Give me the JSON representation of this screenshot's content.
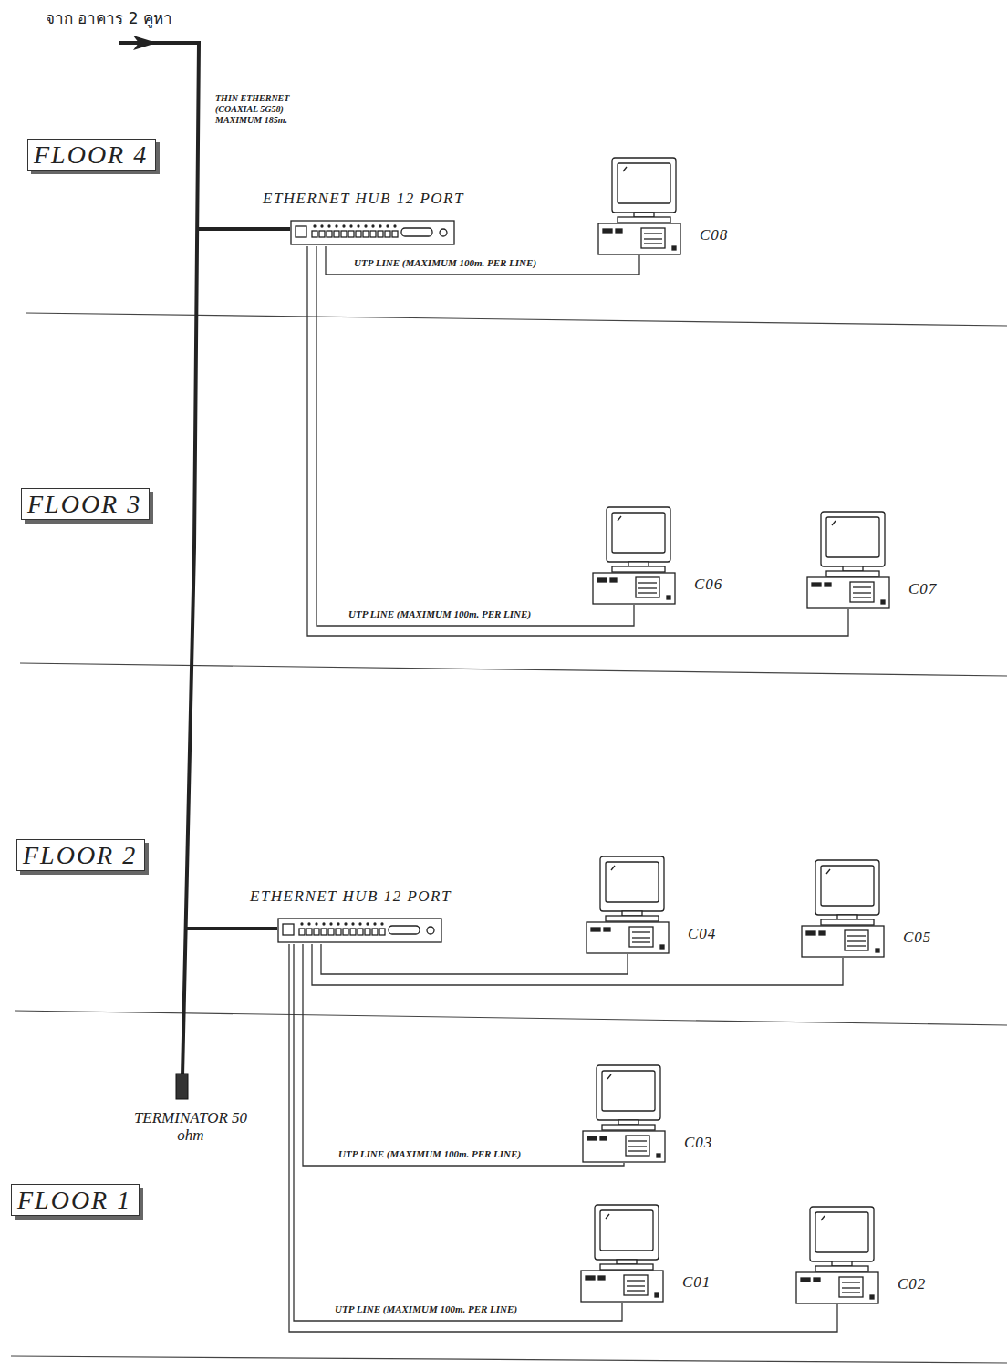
{
  "diagram": {
    "nodes": [
      {
        "text": [
          "FLOOR 4"
        ]
      },
      {
        "text": [
          "ETHERNET HUB 12 PORT"
        ]
      },
      {
        "text": [
          "C08"
        ]
      },
      {
        "text": [
          "FLOOR 3"
        ]
      },
      {
        "text": [
          "C06"
        ]
      },
      {
        "text": [
          "C07"
        ]
      },
      {
        "text": [
          "FLOOR 2"
        ]
      },
      {
        "text": [
          "ETHERNET HUB 12 PORT"
        ]
      },
      {
        "text": [
          "C04"
        ]
      },
      {
        "text": [
          "C05"
        ]
      },
      {
        "text": [
          "C03"
        ]
      },
      {
        "text": [
          "FLOOR 1"
        ]
      },
      {
        "text": [
          "C01"
        ]
      },
      {
        "text": [
          "C02"
        ]
      }
    ],
    "edges": [
      {
        "from": 1,
        "to": 2,
        "arrow": "none",
        "label": "UTP LINE (MAXIMUM 100m. PER LINE)"
      },
      {
        "from": 1,
        "to": 4,
        "arrow": "none",
        "label": "UTP LINE (MAXIMUM 100m. PER LINE)"
      },
      {
        "from": 1,
        "to": 5,
        "arrow": "none"
      },
      {
        "from": 7,
        "to": 8,
        "arrow": "none"
      },
      {
        "from": 7,
        "to": 9,
        "arrow": "none"
      },
      {
        "from": 7,
        "to": 10,
        "arrow": "none",
        "label": "UTP LINE (MAXIMUM 100m. PER LINE)"
      },
      {
        "from": 7,
        "to": 12,
        "arrow": "none",
        "label": "UTP LINE (MAXIMUM 100m. PER LINE)"
      },
      {
        "from": 7,
        "to": 13,
        "arrow": "none"
      }
    ],
    "labels": [
      "จาก อาคาร 2 คูหา",
      "THIN ETHERNET (COAXIAL 5G58) MAXIMUM 185m.",
      "TERMINATOR 50 ohm"
    ]
  }
}
